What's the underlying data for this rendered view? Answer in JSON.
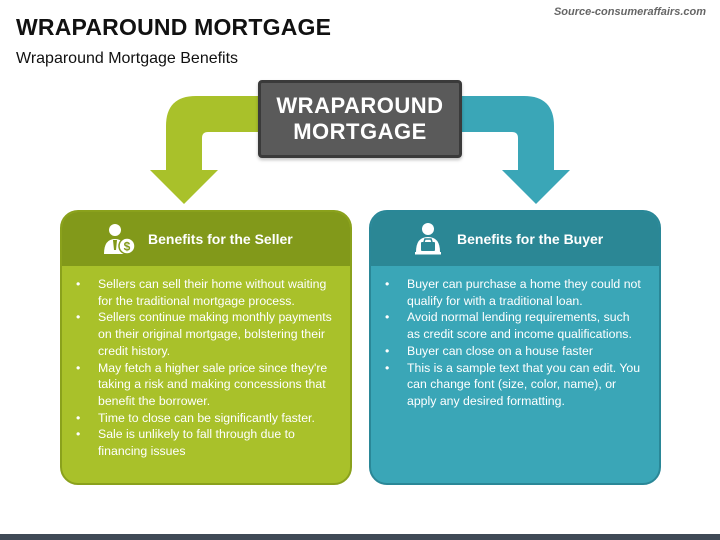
{
  "header": {
    "title": "WRAPAROUND MORTGAGE",
    "subtitle": "Wraparound Mortgage Benefits",
    "source": "Source-consumeraffairs.com"
  },
  "center": {
    "line1": "WRAPAROUND",
    "line2": "MORTGAGE"
  },
  "colors": {
    "seller_accent": "#a9c12a",
    "seller_header": "#82991a",
    "buyer_accent": "#3aa6b7",
    "buyer_header": "#2b8795",
    "center_box": "#5a5a5a"
  },
  "seller": {
    "icon": "seller-icon",
    "heading": "Benefits for the Seller",
    "items": [
      {
        "text": "Sellers can sell their home without waiting for the traditional mortgage process."
      },
      {
        "text": "Sellers continue making monthly payments on their original mortgage, bolstering their credit history."
      },
      {
        "text": "May fetch a higher sale price since they're taking a risk and making concessions that benefit the borrower."
      },
      {
        "text": "Time to close can be significantly faster."
      },
      {
        "text": "Sale is unlikely to fall through due to financing issues"
      }
    ]
  },
  "buyer": {
    "icon": "buyer-icon",
    "heading": "Benefits for the Buyer",
    "items": [
      {
        "text": "Buyer can purchase a home they could not qualify for with a traditional loan."
      },
      {
        "text": "Avoid normal lending requirements, such as credit score and income qualifications."
      },
      {
        "text": "Buyer can close on a house faster"
      },
      {
        "text": "This is a sample text that you can edit. You can change font (size, color, name), or apply any desired formatting."
      }
    ]
  }
}
